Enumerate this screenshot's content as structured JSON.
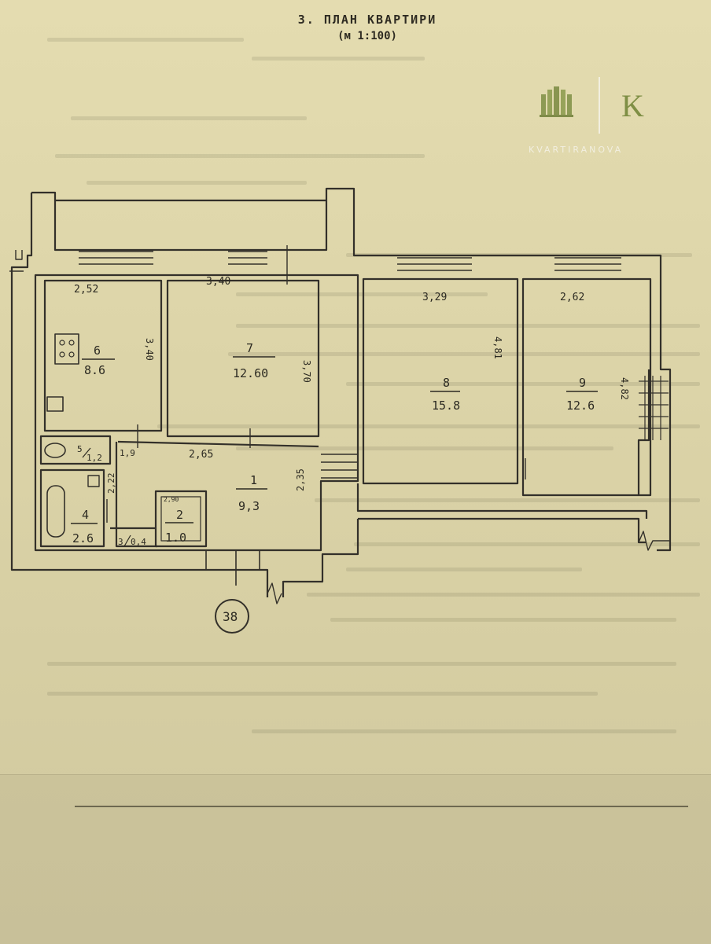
{
  "document": {
    "title": "3. ПЛАН КВАРТИРИ",
    "scale": "(м 1:100)"
  },
  "logo": {
    "letter": "K",
    "name": "KVARTIRANOVA",
    "accent": "#7f8f45"
  },
  "plan": {
    "apartment_number": "38",
    "rooms": [
      {
        "number": "6",
        "area": "8.6"
      },
      {
        "number": "7",
        "area": "12.60"
      },
      {
        "number": "8",
        "area": "15.8"
      },
      {
        "number": "9",
        "area": "12.6"
      },
      {
        "number": "1",
        "area": "9,3"
      },
      {
        "number": "2",
        "area": "1.0"
      },
      {
        "number": "4",
        "area": "2.6"
      },
      {
        "number": "5",
        "area": "1,2"
      },
      {
        "number": "3",
        "area": "0,4"
      }
    ],
    "dimensions": {
      "room6_width": "2,52",
      "room6_depth": "3,40",
      "room7_width": "3,40",
      "room7_depth": "3,70",
      "room8_width": "3,29",
      "room8_depth": "4,81",
      "room9_width": "2,62",
      "room9_depth": "4,82",
      "hall_width": "2,65",
      "hall_depth": "2,35",
      "wc_width": "1,9",
      "bath_depth": "2,22",
      "closet_label": "2,90"
    }
  }
}
